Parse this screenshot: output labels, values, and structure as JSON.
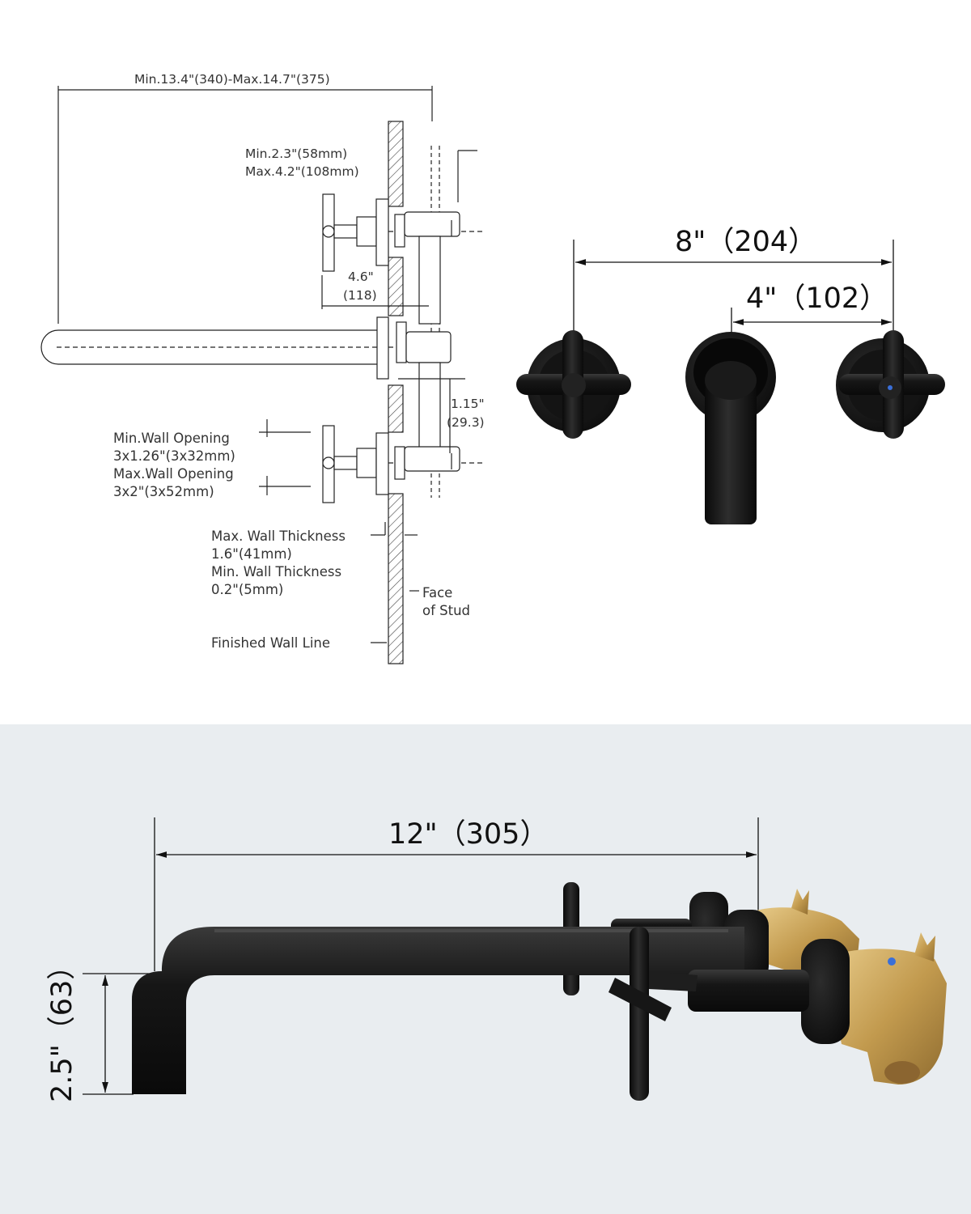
{
  "colors": {
    "top_background": "#ffffff",
    "bottom_background": "#e9edf0",
    "faucet_black": "#121212",
    "brass": "#c9a55a",
    "line": "#222222"
  },
  "technical_drawing": {
    "overall_reach": "Min.13.4\"(340)-Max.14.7\"(375)",
    "handle_projection_min": "Min.2.3\"(58mm)",
    "handle_projection_max": "Max.4.2\"(108mm)",
    "spout_offset_value": "4.6\"",
    "spout_offset_mm": "(118)",
    "valve_offset_value": "1.15\"",
    "valve_offset_mm": "(29.3)",
    "min_wall_opening_label": "Min.Wall Opening",
    "min_wall_opening_value": "3x1.26\"(3x32mm)",
    "max_wall_opening_label": "Max.Wall Opening",
    "max_wall_opening_value": "3x2\"(3x52mm)",
    "max_wall_thickness_label": "Max. Wall Thickness",
    "max_wall_thickness_value": "1.6\"(41mm)",
    "min_wall_thickness_label": "Min. Wall Thickness",
    "min_wall_thickness_value": "0.2\"(5mm)",
    "face_of_stud_line1": "Face",
    "face_of_stud_line2": "of Stud",
    "finished_wall_line": "Finished Wall Line"
  },
  "front_view": {
    "handle_spacing": "8\"（204）",
    "spout_to_handle": "4\"（102）"
  },
  "side_view": {
    "spout_reach": "12\"（305）",
    "spout_height": "2.5\"（63）"
  }
}
